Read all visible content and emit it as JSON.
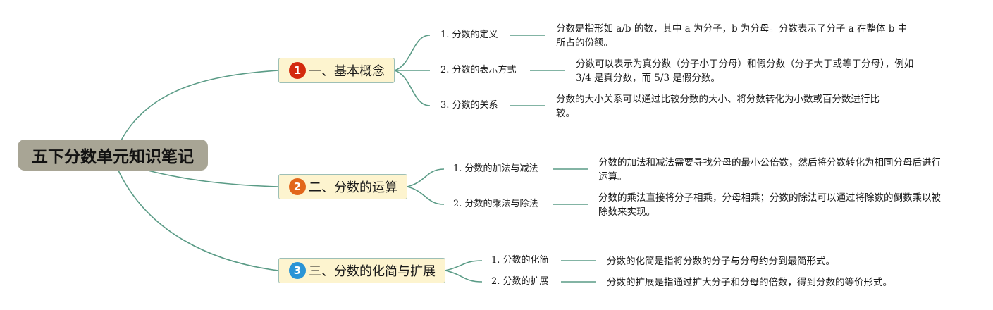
{
  "root": {
    "title": "五下分数单元知识笔记"
  },
  "branches": [
    {
      "number": "1",
      "title": "一、基本概念",
      "color": "#d42a0e",
      "topics": [
        {
          "label": "1. 分数的定义",
          "desc": "分数是指形如 a/b 的数，其中 a 为分子，b 为分母。分数表示了分子 a 在整体 b 中所占的份额。"
        },
        {
          "label": "2. 分数的表示方式",
          "desc": "分数可以表示为真分数（分子小于分母）和假分数（分子大于或等于分母），例如 3/4 是真分数，而 5/3 是假分数。"
        },
        {
          "label": "3. 分数的关系",
          "desc": "分数的大小关系可以通过比较分数的大小、将分数转化为小数或百分数进行比较。"
        }
      ]
    },
    {
      "number": "2",
      "title": "二、分数的运算",
      "color": "#e2661a",
      "topics": [
        {
          "label": "1. 分数的加法与减法",
          "desc": "分数的加法和减法需要寻找分母的最小公倍数，然后将分数转化为相同分母后进行运算。"
        },
        {
          "label": "2. 分数的乘法与除法",
          "desc": "分数的乘法直接将分子相乘，分母相乘；分数的除法可以通过将除数的倒数乘以被除数来实现。"
        }
      ]
    },
    {
      "number": "3",
      "title": "三、分数的化简与扩展",
      "color": "#2a94d6",
      "topics": [
        {
          "label": "1. 分数的化简",
          "desc": "分数的化简是指将分数的分子与分母约分到最简形式。"
        },
        {
          "label": "2. 分数的扩展",
          "desc": "分数的扩展是指通过扩大分子和分母的倍数，得到分数的等价形式。"
        }
      ]
    }
  ]
}
